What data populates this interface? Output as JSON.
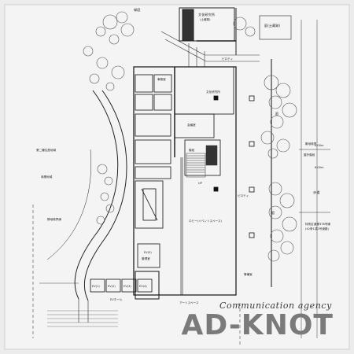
{
  "labels": {
    "green": "緑庭",
    "culture_top": "文化研究所",
    "culture_top_sub": "(土蔵跡)",
    "garden_earth": "庭(土蔵跡)",
    "pilotis_top": "ピロティ",
    "culture_mid": "文化研究所",
    "office": "事務室",
    "meeting": "会議室",
    "stair": "階段",
    "garden": "庭",
    "lobby": "ロビー(イベントスペース)",
    "ev5": "EV(5)",
    "manager": "管理室",
    "ev1": "EV(1)",
    "ev2": "EV(2)",
    "ev3": "EV(3)",
    "ev4": "EV(4)",
    "ev_hall": "EVホール",
    "art_space": "アートスペース",
    "pilotis_mid": "ピロティ",
    "security": "警備室",
    "walkway": "歩道",
    "outdoor_stair": "屋外階段",
    "second_annex": "第二種住居地域",
    "commercial": "商業地域",
    "site_road": "敷地境界",
    "height_a": "4.00m",
    "height_b": "6.00m",
    "road_name": "特別区道第376号線",
    "road_sub": "(42条1項1号道路)",
    "boundary": "隣地境界線",
    "up": "UP"
  },
  "brand": {
    "tagline": "Communication agency",
    "name": "AD-KNOT"
  }
}
